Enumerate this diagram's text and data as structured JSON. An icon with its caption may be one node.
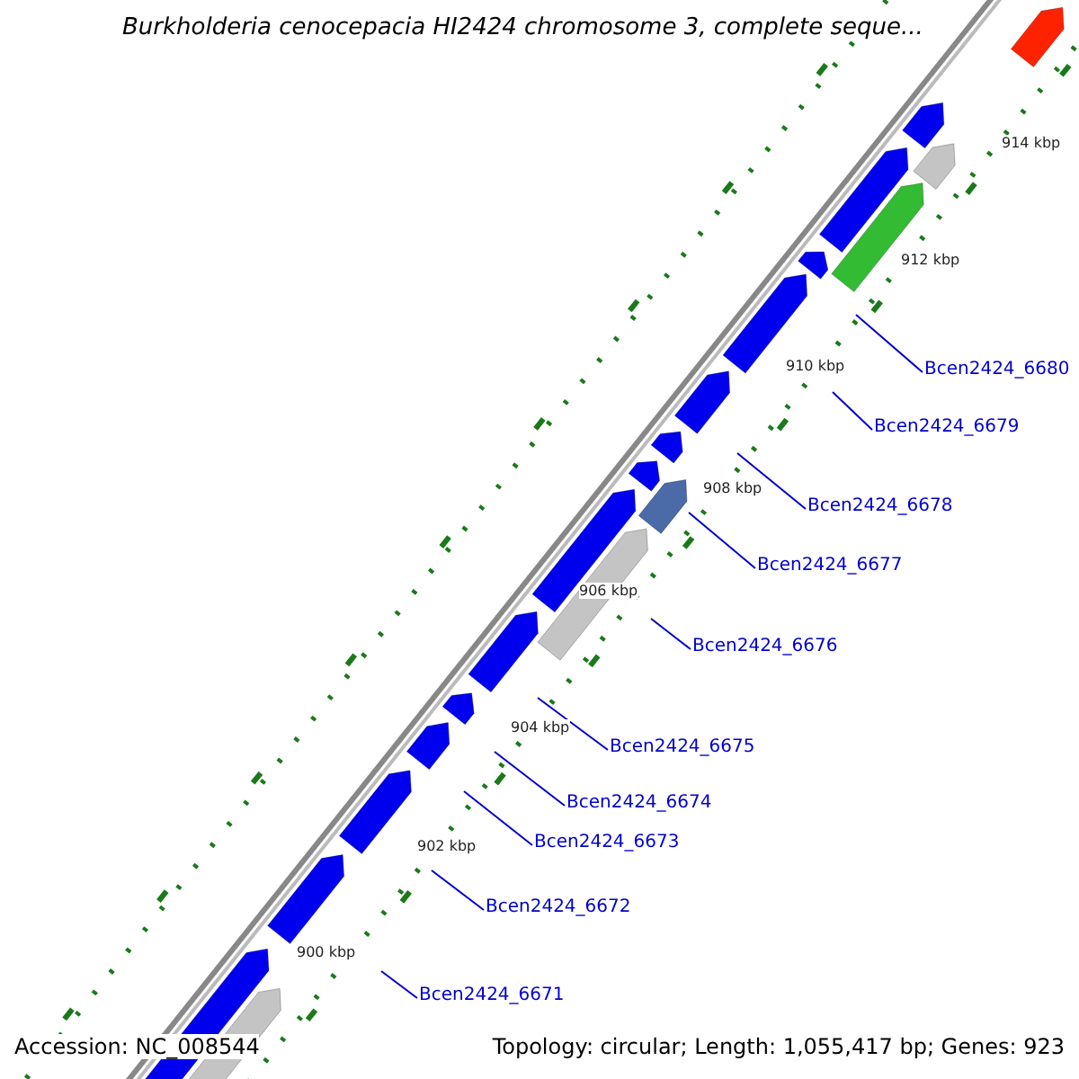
{
  "diagram": {
    "title": "Burkholderia cenocepacia HI2424 chromosome 3, complete seque...",
    "nodes": [
      {
        "text": [
          "Bcen2424_6680"
        ]
      },
      {
        "text": [
          "Bcen2424_6679"
        ]
      },
      {
        "text": [
          "Bcen2424_6678"
        ]
      },
      {
        "text": [
          "Bcen2424_6677"
        ]
      },
      {
        "text": [
          "Bcen2424_6676"
        ]
      },
      {
        "text": [
          "Bcen2424_6675"
        ]
      },
      {
        "text": [
          "Bcen2424_6674"
        ]
      },
      {
        "text": [
          "Bcen2424_6673"
        ]
      },
      {
        "text": [
          "Bcen2424_6672"
        ]
      },
      {
        "text": [
          "Bcen2424_6671"
        ]
      }
    ],
    "edges": [
      {
        "from": 0,
        "to": null,
        "arrow": "none"
      },
      {
        "from": 1,
        "to": null,
        "arrow": "none"
      },
      {
        "from": 2,
        "to": null,
        "arrow": "none"
      },
      {
        "from": 3,
        "to": null,
        "arrow": "none"
      },
      {
        "from": 4,
        "to": null,
        "arrow": "none"
      },
      {
        "from": 5,
        "to": null,
        "arrow": "none"
      },
      {
        "from": 6,
        "to": null,
        "arrow": "none"
      },
      {
        "from": 7,
        "to": null,
        "arrow": "none"
      },
      {
        "from": 8,
        "to": null,
        "arrow": "none"
      },
      {
        "from": 9,
        "to": null,
        "arrow": "none"
      }
    ],
    "labels": [
      "914 kbp",
      "912 kbp",
      "910 kbp",
      "908 kbp",
      "906 kbp",
      "904 kbp",
      "902 kbp",
      "900 kbp",
      "Accession: NC_008544",
      "Topology: circular; Length: 1,055,417 bp; Genes: 923"
    ]
  }
}
